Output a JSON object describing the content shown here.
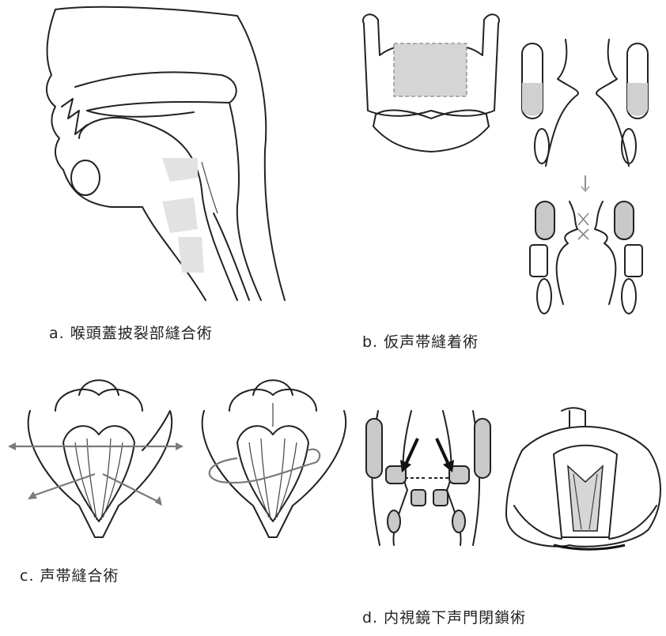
{
  "figure": {
    "panels": [
      {
        "id": "a",
        "caption": "a.  喉頭蓋披裂部縫合術"
      },
      {
        "id": "b",
        "caption": "b.  仮声帯縫着術"
      },
      {
        "id": "c",
        "caption": "c.  声帯縫合術"
      },
      {
        "id": "d",
        "caption": "d.  内視鏡下声門閉鎖術"
      }
    ]
  },
  "colors": {
    "line": "#222222",
    "shade": "#c9c9c9",
    "arrow_gray": "#7a7a7a"
  }
}
